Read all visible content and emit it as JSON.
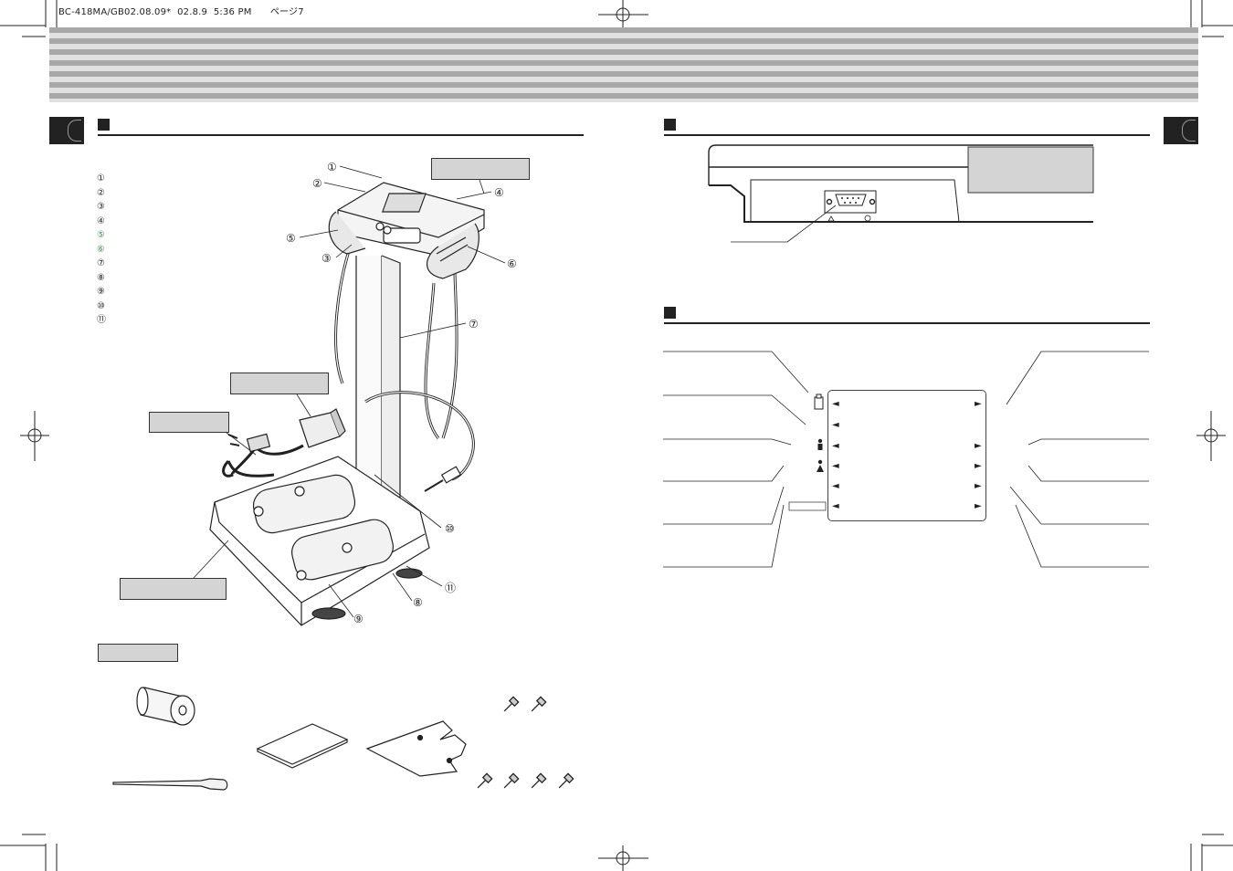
{
  "header": {
    "print_info": "BC-418MA/GB02.08.09*  02.8.9  5:36 PM      ページ7"
  },
  "parts": [
    {
      "num": "①",
      "color": "#222222"
    },
    {
      "num": "②",
      "color": "#222222"
    },
    {
      "num": "③",
      "color": "#222222"
    },
    {
      "num": "④",
      "color": "#222222"
    },
    {
      "num": "⑤",
      "color": "#2e9e3e"
    },
    {
      "num": "⑥",
      "color": "#2e9e3e"
    },
    {
      "num": "⑦",
      "color": "#222222"
    },
    {
      "num": "⑧",
      "color": "#222222"
    },
    {
      "num": "⑨",
      "color": "#222222"
    },
    {
      "num": "⑩",
      "color": "#222222"
    },
    {
      "num": "⑪",
      "color": "#222222"
    }
  ],
  "callouts": {
    "c1": "①",
    "c2": "②",
    "c3": "③",
    "c4": "④",
    "c5": "⑤",
    "c6": "⑥",
    "c7": "⑦",
    "c8": "⑧",
    "c9": "⑨",
    "c10": "⑩",
    "c11": "⑪"
  },
  "lcd_arrows": {
    "left": "◄",
    "right": "►"
  },
  "colors": {
    "stripe_dark": "#a8a8a8",
    "stripe_light": "#e0e0e0",
    "label_fill": "#d4d4d4",
    "accent_green": "#2e9e3e"
  }
}
